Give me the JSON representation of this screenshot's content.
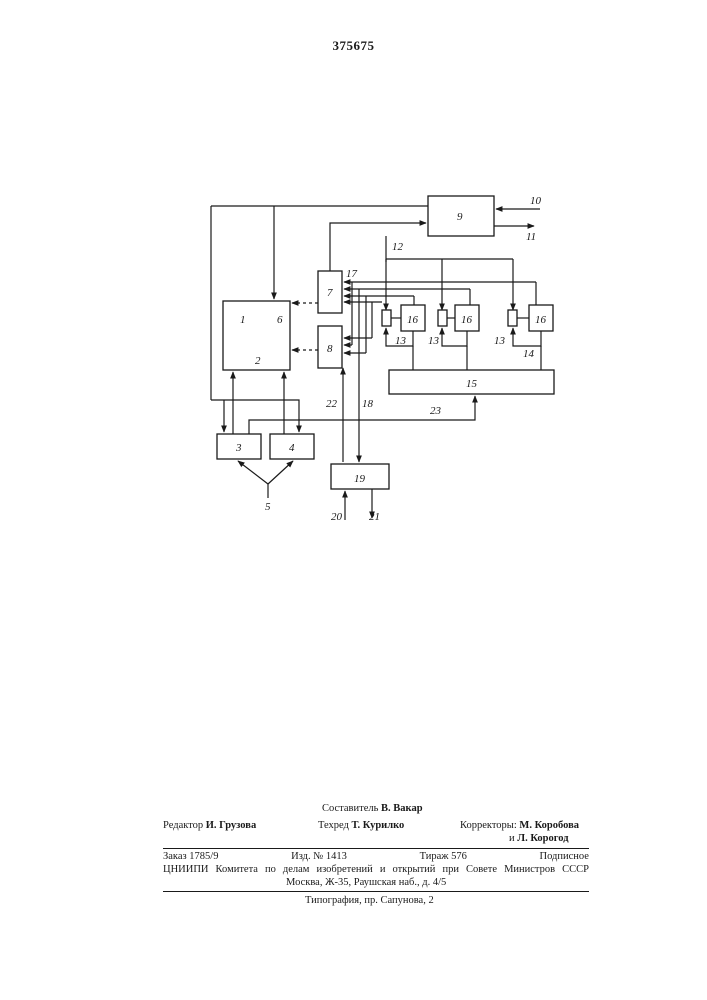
{
  "patent_number": "375675",
  "blocks": {
    "b9": "9",
    "b7": "7",
    "b8": "8",
    "b15": "15",
    "b19": "19",
    "b3": "3",
    "b4": "4",
    "b16a": "16",
    "b16b": "16",
    "b16c": "16",
    "main_1": "1",
    "main_6": "6",
    "main_2": "2"
  },
  "labels": {
    "l10": "10",
    "l11": "11",
    "l12": "12",
    "l17": "17",
    "l13a": "13",
    "l13b": "13",
    "l13c": "13",
    "l14": "14",
    "l22": "22",
    "l18": "18",
    "l23": "23",
    "l5": "5",
    "l20": "20",
    "l21": "21"
  },
  "footer": {
    "compiler_label": "Составитель",
    "compiler_name": "В. Вакар",
    "editor_label": "Редактор",
    "editor_name": "И. Грузова",
    "techred_label": "Техред",
    "techred_name": "Т. Курилко",
    "correctors_label": "Корректоры:",
    "corrector1": "М. Коробова",
    "corrector_and": "и",
    "corrector2": "Л. Корогод",
    "order": "Заказ 1785/9",
    "edition": "Изд. № 1413",
    "circulation": "Тираж 576",
    "subscription": "Подписное",
    "org_line": "ЦНИИПИ Комитета по делам изобретений и открытий при Совете Министров СССР",
    "address": "Москва, Ж-35, Раушская наб., д. 4/5",
    "printing": "Типография, пр. Сапунова, 2"
  }
}
